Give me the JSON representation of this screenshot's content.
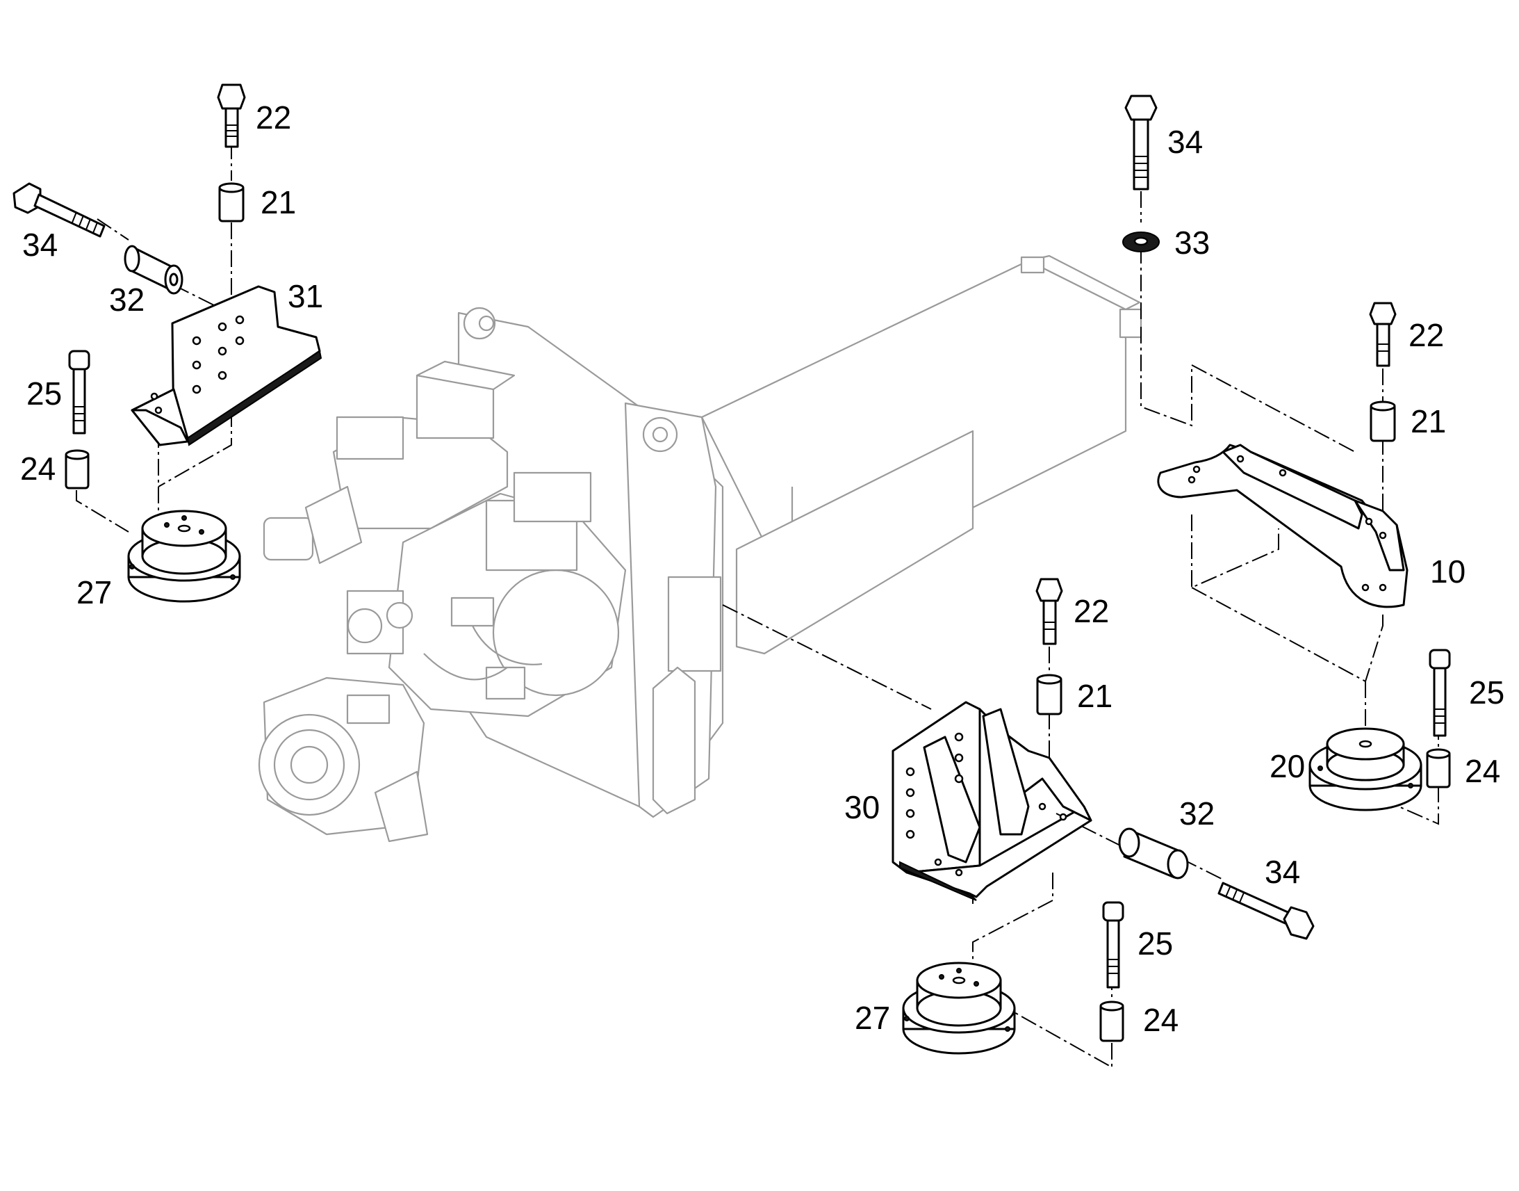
{
  "diagram": {
    "type": "exploded-parts-view",
    "colors": {
      "ink": "#000000",
      "assembly_ghost": "#9a9a9a",
      "background": "#ffffff"
    },
    "callouts": {
      "c22_top": "22",
      "c21_top": "21",
      "c34_left": "34",
      "c32_left": "32",
      "c31": "31",
      "c25_left": "25",
      "c24_left": "24",
      "c27_left": "27",
      "c34_top_right": "34",
      "c33": "33",
      "c22_right": "22",
      "c21_right": "21",
      "c10": "10",
      "c25_right": "25",
      "c20": "20",
      "c24_right": "24",
      "c22_mid": "22",
      "c21_mid": "21",
      "c30": "30",
      "c32_right": "32",
      "c34_right": "34",
      "c25_bottom": "25",
      "c27_bottom": "27",
      "c24_bottom": "24"
    }
  }
}
